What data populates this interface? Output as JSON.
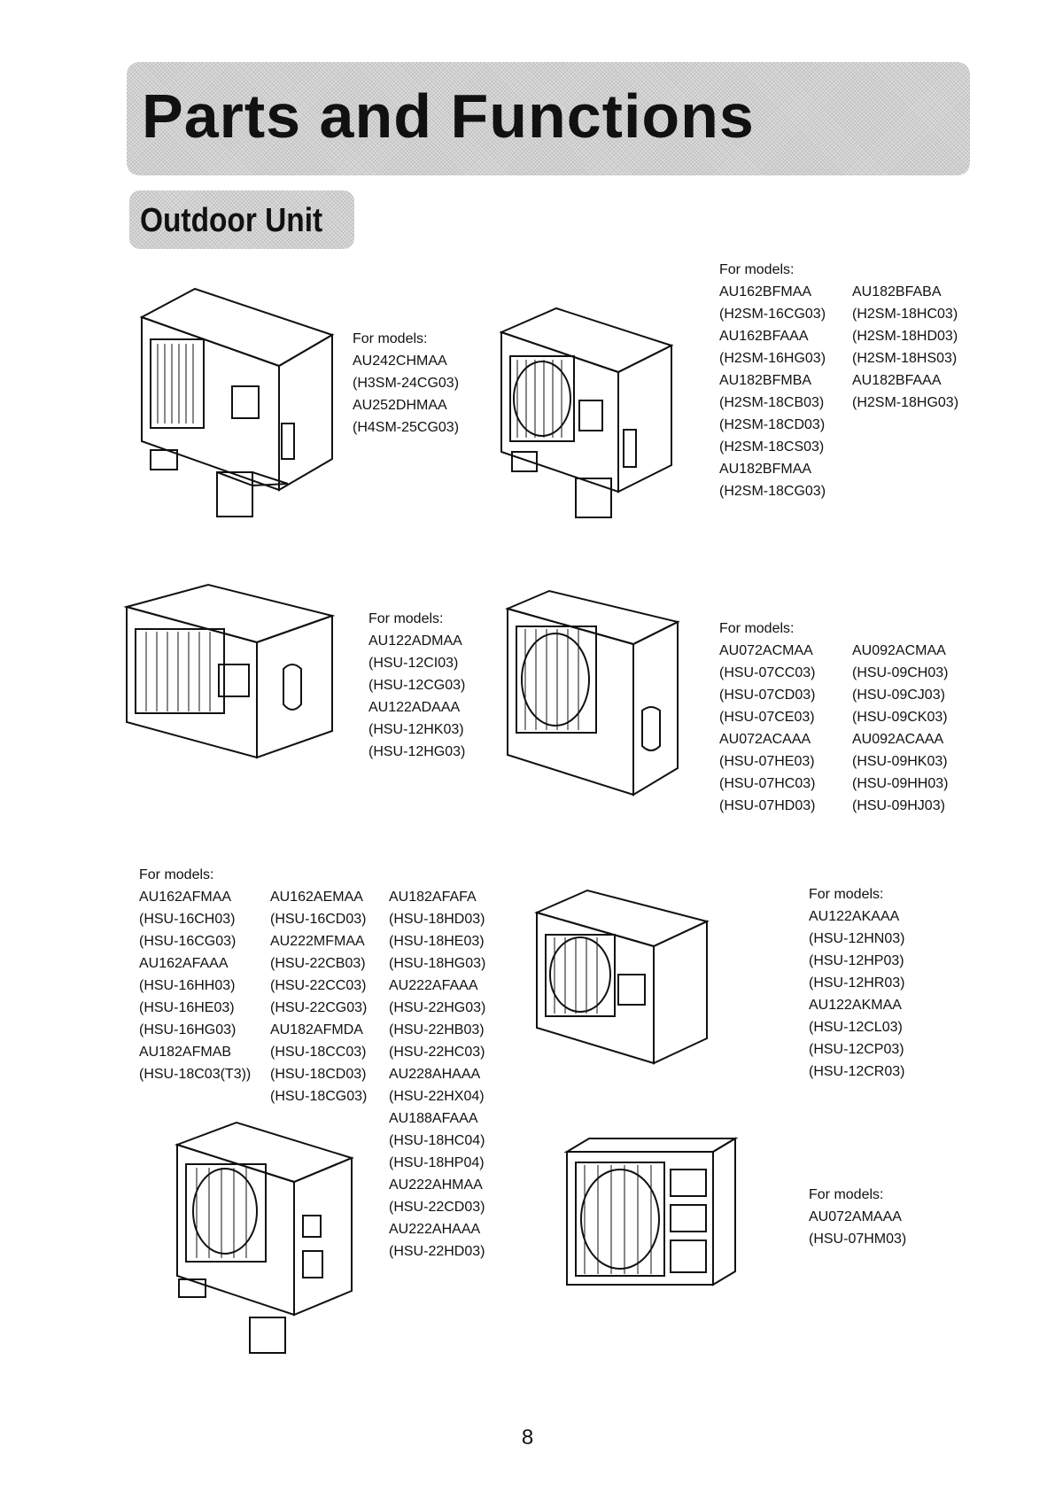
{
  "banner": {
    "title": "Parts and Functions"
  },
  "section": {
    "title": "Outdoor Unit"
  },
  "page_number": "8",
  "groups": [
    {
      "heading": "For models:",
      "columns": [
        [
          "AU242CHMAA",
          "(H3SM-24CG03)",
          "AU252DHMAA",
          "(H4SM-25CG03)"
        ]
      ]
    },
    {
      "heading": "For models:",
      "columns": [
        [
          "AU162BFMAA",
          "(H2SM-16CG03)",
          "AU162BFAAA",
          "(H2SM-16HG03)",
          "AU182BFMBA",
          "(H2SM-18CB03)",
          "(H2SM-18CD03)",
          "(H2SM-18CS03)",
          "AU182BFMAA",
          "(H2SM-18CG03)"
        ],
        [
          "AU182BFABA",
          "(H2SM-18HC03)",
          "(H2SM-18HD03)",
          "(H2SM-18HS03)",
          "AU182BFAAA",
          "(H2SM-18HG03)"
        ]
      ]
    },
    {
      "heading": "For models:",
      "columns": [
        [
          "AU122ADMAA",
          "(HSU-12CI03)",
          "(HSU-12CG03)",
          "AU122ADAAA",
          "(HSU-12HK03)",
          "(HSU-12HG03)"
        ]
      ]
    },
    {
      "heading": "For models:",
      "columns": [
        [
          "AU072ACMAA",
          "(HSU-07CC03)",
          "(HSU-07CD03)",
          "(HSU-07CE03)",
          "AU072ACAAA",
          "(HSU-07HE03)",
          "(HSU-07HC03)",
          "(HSU-07HD03)"
        ],
        [
          "AU092ACMAA",
          "(HSU-09CH03)",
          "(HSU-09CJ03)",
          "(HSU-09CK03)",
          "AU092ACAAA",
          "(HSU-09HK03)",
          "(HSU-09HH03)",
          "(HSU-09HJ03)"
        ]
      ]
    },
    {
      "heading": "For models:",
      "columns": [
        [
          "AU162AFMAA",
          "(HSU-16CH03)",
          "(HSU-16CG03)",
          "AU162AFAAA",
          "(HSU-16HH03)",
          "(HSU-16HE03)",
          "(HSU-16HG03)",
          "AU182AFMAB",
          "(HSU-18C03(T3))"
        ],
        [
          "AU162AEMAA",
          "(HSU-16CD03)",
          "AU222MFMAA",
          "(HSU-22CB03)",
          "(HSU-22CC03)",
          "(HSU-22CG03)",
          "AU182AFMDA",
          "(HSU-18CC03)",
          "(HSU-18CD03)",
          "(HSU-18CG03)"
        ],
        [
          "AU182AFAFA",
          "(HSU-18HD03)",
          "(HSU-18HE03)",
          "(HSU-18HG03)",
          "AU222AFAAA",
          "(HSU-22HG03)",
          "(HSU-22HB03)",
          "(HSU-22HC03)",
          "AU228AHAAA",
          "(HSU-22HX04)",
          "AU188AFAAA",
          "(HSU-18HC04)",
          "(HSU-18HP04)",
          "AU222AHMAA",
          "(HSU-22CD03)",
          "AU222AHAAA",
          "(HSU-22HD03)"
        ]
      ]
    },
    {
      "heading": "For models:",
      "columns": [
        [
          "AU122AKAAA",
          "(HSU-12HN03)",
          "(HSU-12HP03)",
          "(HSU-12HR03)",
          "AU122AKMAA",
          "(HSU-12CL03)",
          "(HSU-12CP03)",
          "(HSU-12CR03)"
        ]
      ]
    },
    {
      "heading": "For models:",
      "columns": [
        [
          "AU072AMAAA",
          "(HSU-07HM03)"
        ]
      ]
    }
  ]
}
